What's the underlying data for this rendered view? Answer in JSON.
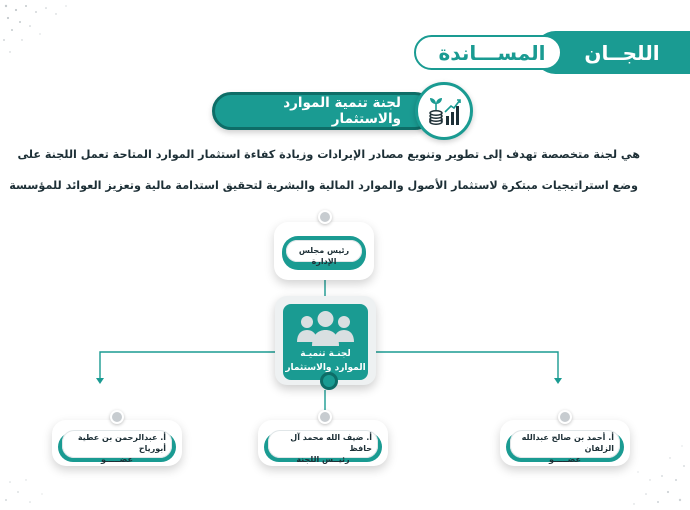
{
  "header": {
    "word_committees": "اللجــان",
    "word_support": "المســـاندة"
  },
  "committee": {
    "title": "لجنة تنمية الموارد والاستثمار",
    "icon": "investment-growth-icon"
  },
  "description": {
    "line1": "هي لجنة متخصصة تهدف إلى تطوير وتنويع مصادر الإيرادات وزيادة كفاءة استثمار الموارد المتاحة تعمل اللجنة على",
    "line2": "وضع استراتيجيات مبتكرة لاستثمار الأصول والموارد المالية والبشرية لتحقيق استدامة مالية وتعزيز العوائد للمؤسسة"
  },
  "org": {
    "board": "رئيس مجلس الإدارة",
    "center_line1": "لجنـة تنميـة",
    "center_line2": "الموارد والاستثمار",
    "members": [
      {
        "name": "أ. عبدالرحمن بن عطية أبورياح",
        "role": "عضـــــو"
      },
      {
        "name": "أ. ضيف الله محمد آل حافظ",
        "role": "رئيــس اللجنة"
      },
      {
        "name": "أ. أحمد بن صالح عبدالله الزلفان",
        "role": "عضـــــو"
      }
    ]
  },
  "colors": {
    "teal": "#1a9b92",
    "teal_dark": "#0e6d67",
    "text": "#1d2f36"
  }
}
